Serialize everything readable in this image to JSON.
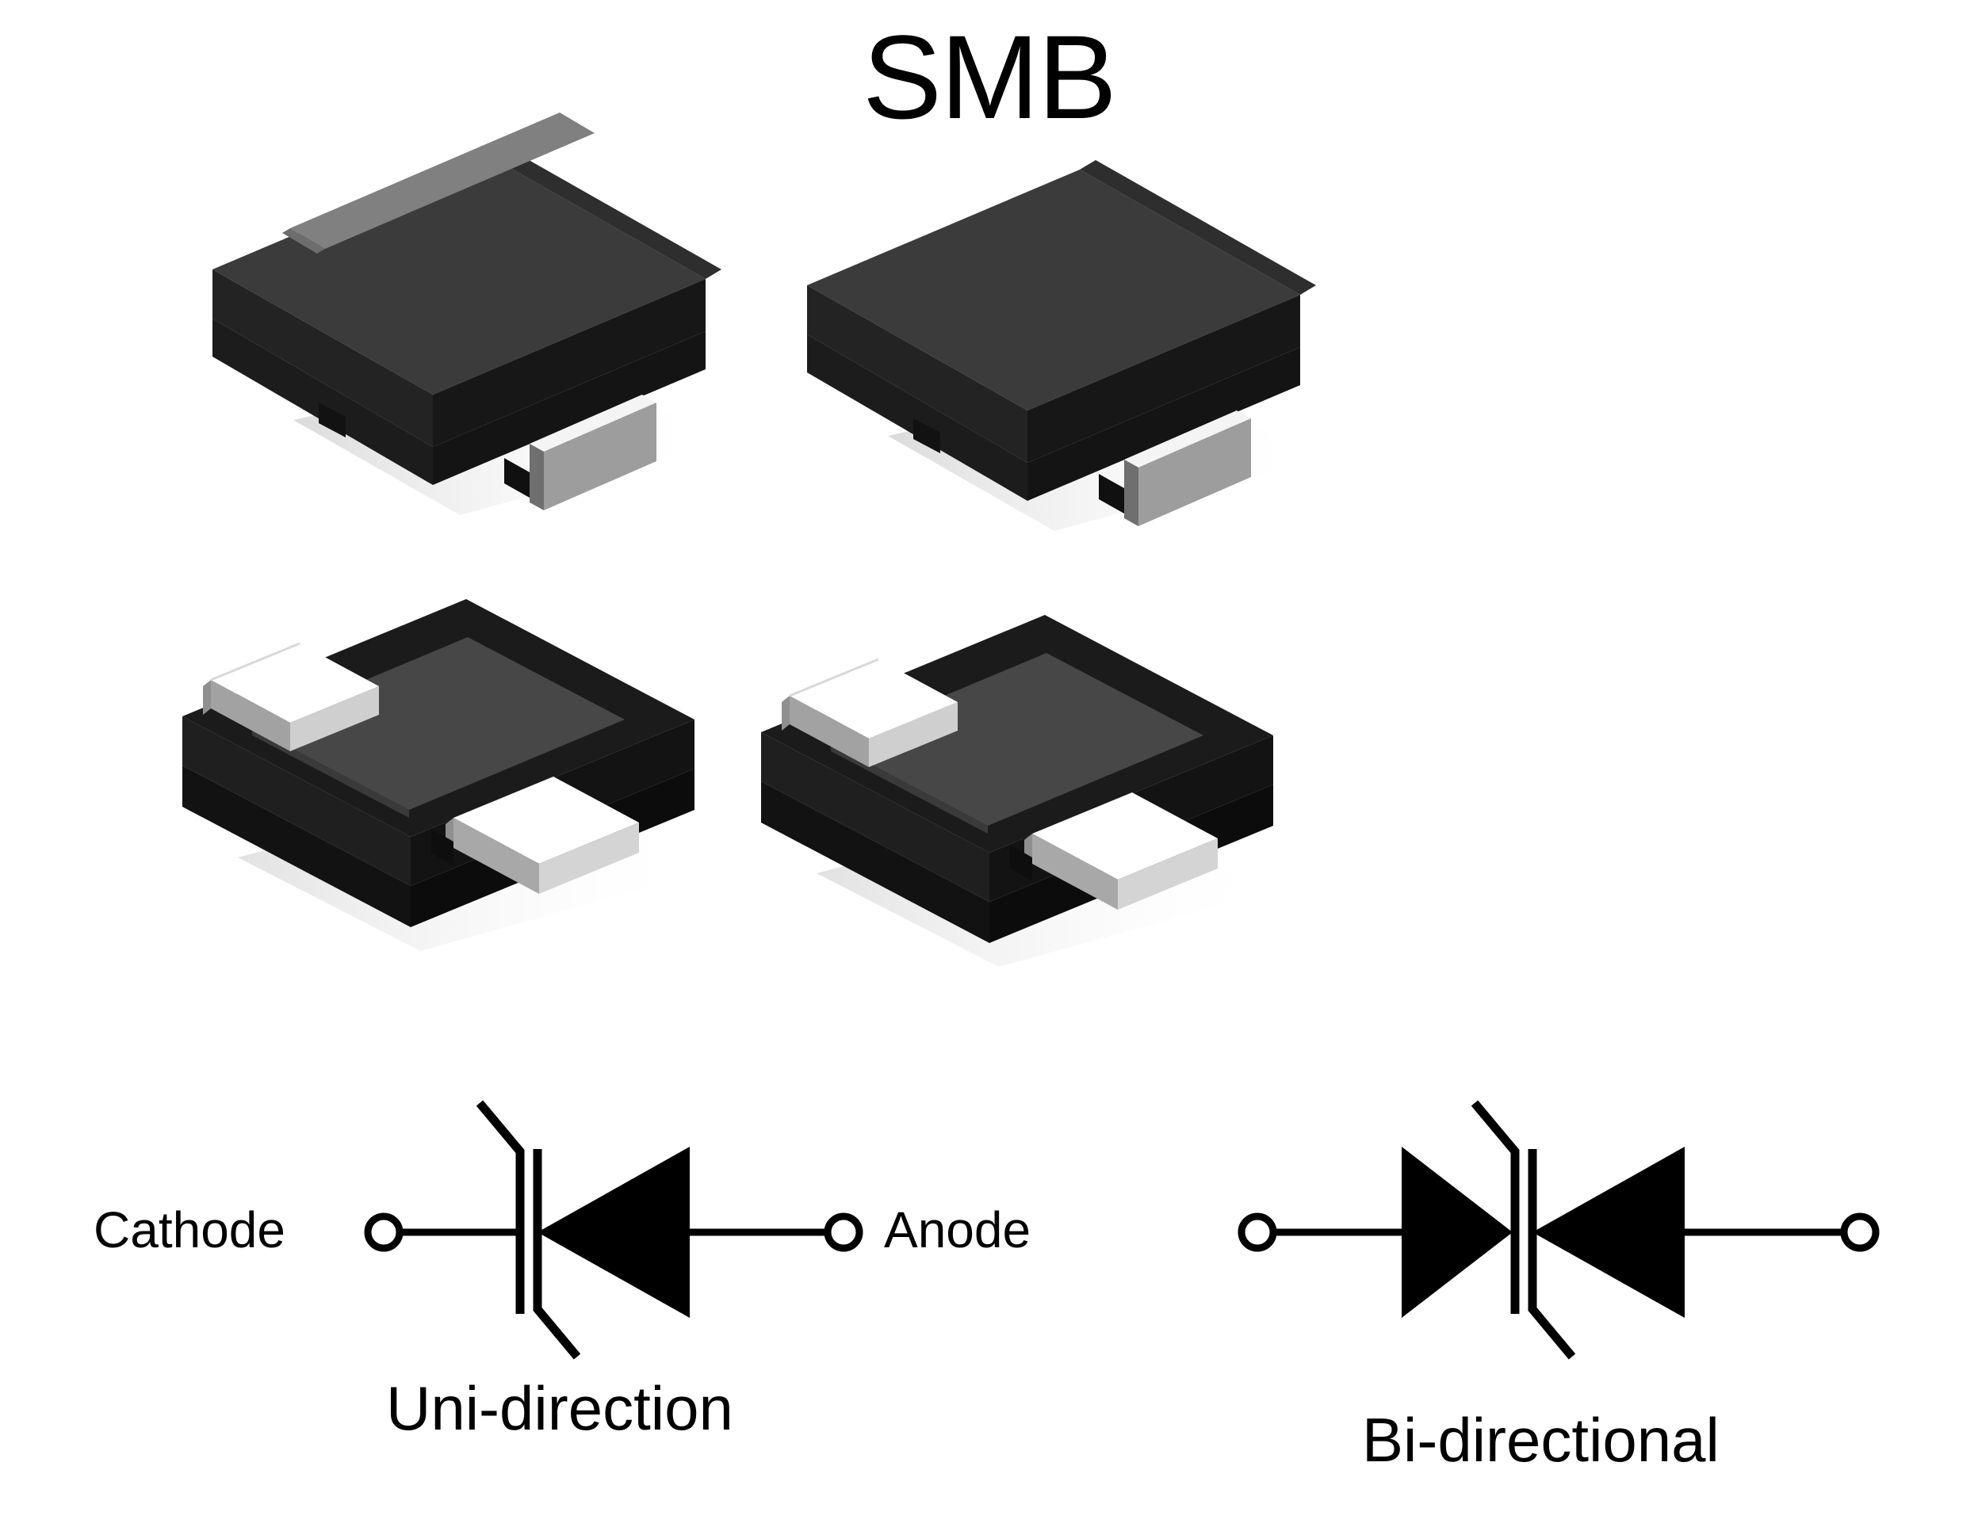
{
  "title": "SMB",
  "packages": {
    "left": {
      "top_view": {
        "name": "smb-package-top-view-unidirectional",
        "has_cathode_stripe": true,
        "body_color": "#2b2b2b",
        "top_face_color": "#3a3a3a",
        "stripe_color": "#808080",
        "lead_color": "#8a8a8a",
        "lead_highlight_color": "#f2f2f2"
      },
      "bottom_view": {
        "name": "smb-package-bottom-view-unidirectional",
        "body_color": "#1a1a1a",
        "top_face_color": "#454545",
        "pad_color": "#ffffff",
        "pad_side_color": "#9a9a9a"
      }
    },
    "right": {
      "top_view": {
        "name": "smb-package-top-view-bidirectional",
        "has_cathode_stripe": false,
        "body_color": "#2b2b2b",
        "top_face_color": "#3a3a3a",
        "stripe_color": "#808080",
        "lead_color": "#8a8a8a",
        "lead_highlight_color": "#f2f2f2"
      },
      "bottom_view": {
        "name": "smb-package-bottom-view-bidirectional",
        "body_color": "#1a1a1a",
        "top_face_color": "#454545",
        "pad_color": "#ffffff",
        "pad_side_color": "#9a9a9a"
      }
    }
  },
  "schematics": {
    "unidirectional": {
      "caption": "Uni-direction",
      "cathode_label": "Cathode",
      "anode_label": "Anode",
      "symbol_type": "zener-tvs-diode",
      "stroke_color": "#000000"
    },
    "bidirectional": {
      "caption": "Bi-directional",
      "symbol_type": "bidirectional-tvs-diode",
      "stroke_color": "#000000"
    }
  }
}
